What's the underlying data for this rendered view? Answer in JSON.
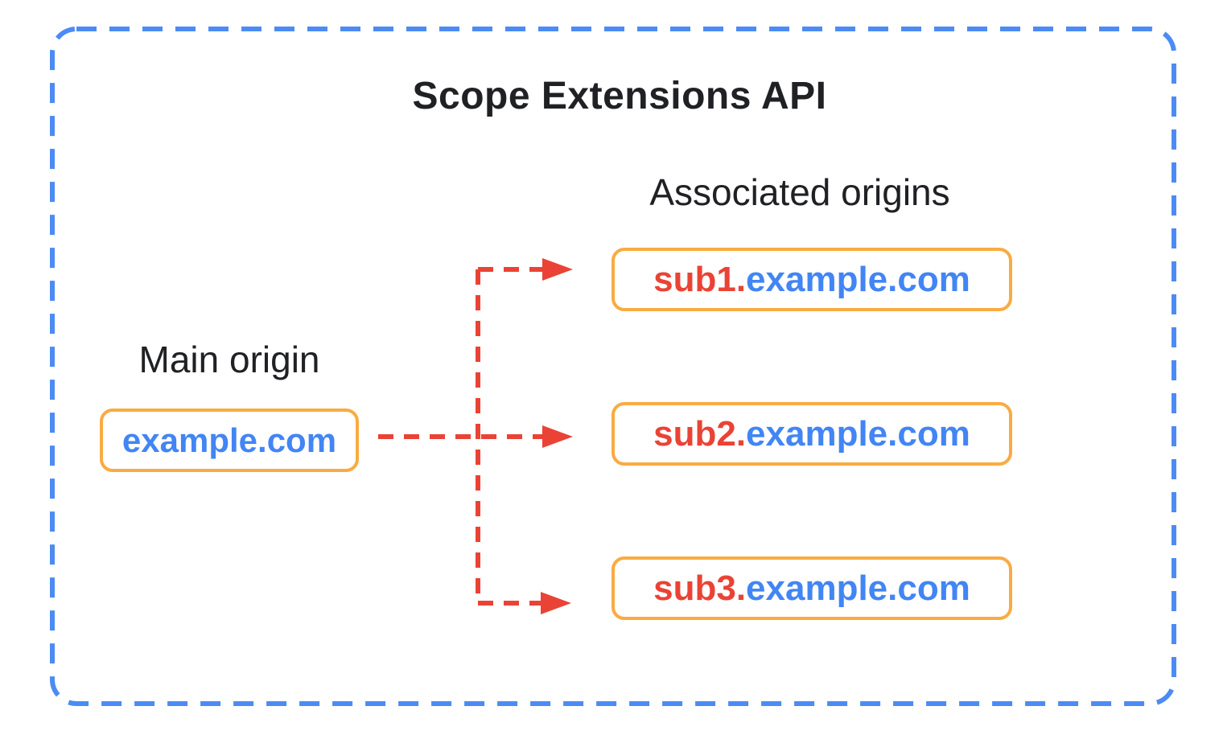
{
  "title": "Scope Extensions API",
  "main_origin": {
    "label": "Main origin",
    "domain": "example.com"
  },
  "associated": {
    "label": "Associated origins",
    "origins": [
      {
        "prefix": "sub1.",
        "suffix": "example.com"
      },
      {
        "prefix": "sub2.",
        "suffix": "example.com"
      },
      {
        "prefix": "sub3.",
        "suffix": "example.com"
      }
    ]
  },
  "colors": {
    "frame_blue": "#4C8BF4",
    "domain_blue": "#4285F4",
    "subdomain_red": "#EA4335",
    "box_orange": "#F9AB42",
    "arrow_red": "#EA4335",
    "text_black": "#202124"
  }
}
